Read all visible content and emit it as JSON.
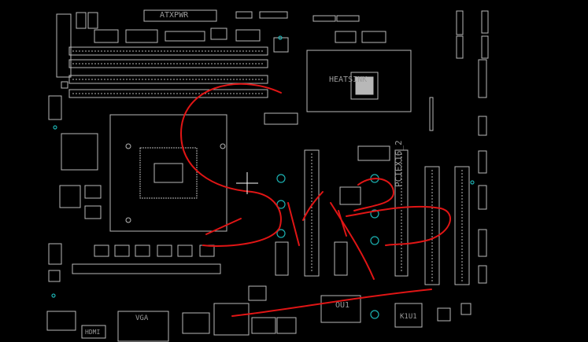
{
  "labels": {
    "atx_power": "ATXPWR",
    "heatsink": "HEATSINK",
    "pcie": "PCIEX16_2",
    "ou1": "OU1",
    "k1u1": "K1U1",
    "hdmi": "HDMI",
    "vga": "VGA"
  },
  "colors": {
    "background": "#000000",
    "silkscreen": "#b8b8b8",
    "via": "#1bb0b0",
    "annotation": "#e01515"
  }
}
